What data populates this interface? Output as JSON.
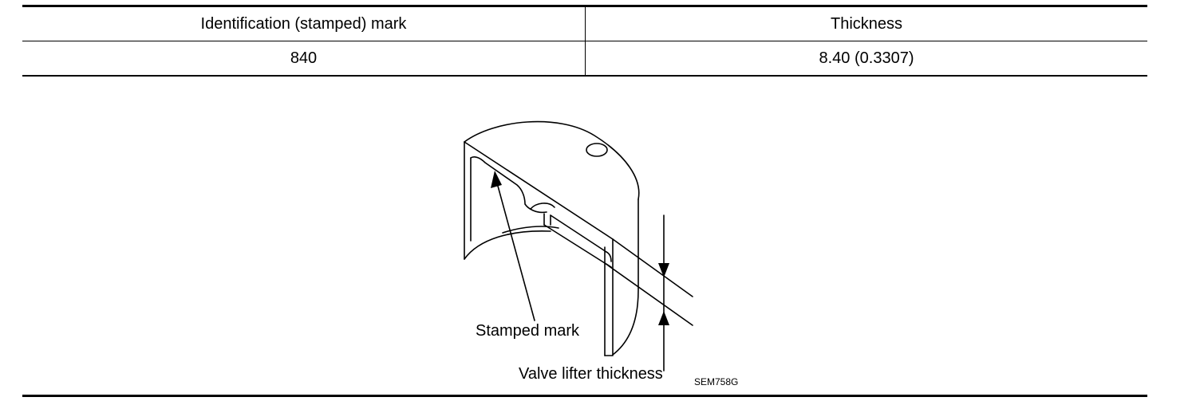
{
  "table": {
    "headers": [
      "Identification (stamped) mark",
      "Thickness"
    ],
    "rows": [
      [
        "840",
        "8.40 (0.3307)"
      ]
    ]
  },
  "figure": {
    "callouts": {
      "stamped_mark": "Stamped mark",
      "valve_lifter_thickness": "Valve lifter thickness"
    },
    "code": "SEM758G"
  }
}
